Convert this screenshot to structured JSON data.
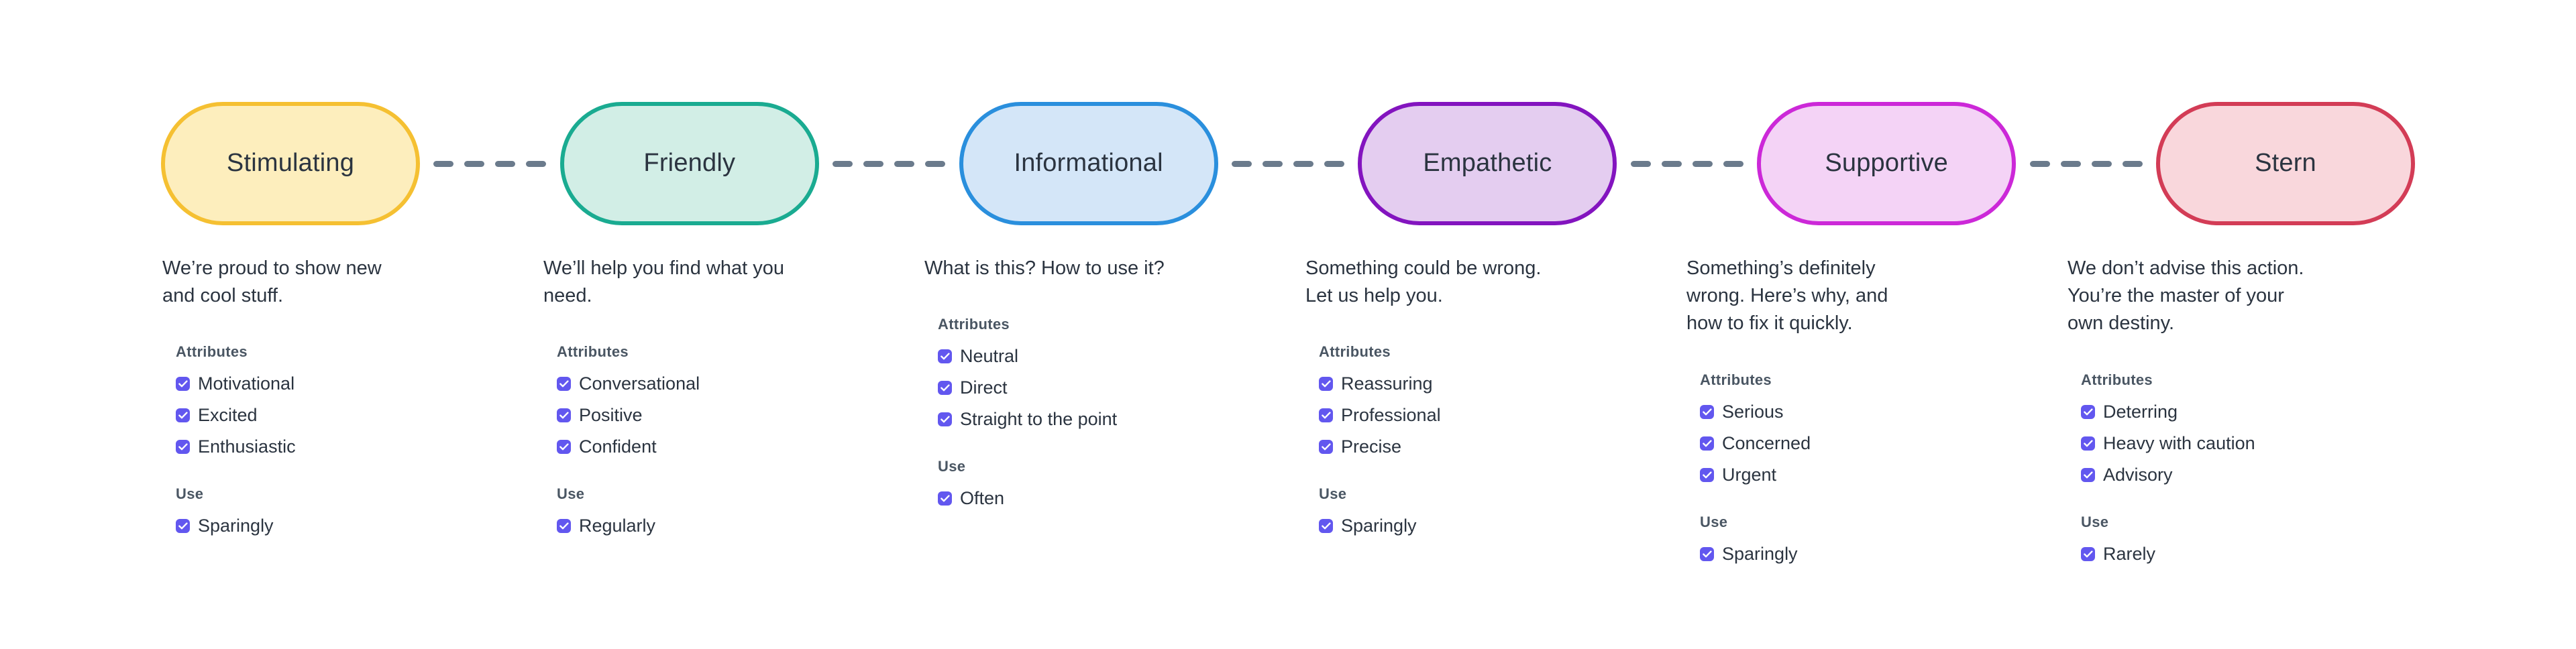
{
  "theme": {
    "text_color": "#2b3440",
    "heading_color": "#4a5663",
    "checkbox_color": "#6257ef",
    "connector_color": "#6b7b8c",
    "background": "#ffffff"
  },
  "labels": {
    "attributes_heading": "Attributes",
    "use_heading": "Use",
    "check_icon": "check-icon"
  },
  "tones": [
    {
      "name": "Stimulating",
      "fill": "#fdeebd",
      "border": "#f5c032",
      "description": "We’re proud to show new and cool stuff.",
      "attributes": [
        "Motivational",
        "Excited",
        "Enthusiastic"
      ],
      "use": [
        "Sparingly"
      ]
    },
    {
      "name": "Friendly",
      "fill": "#d2eee6",
      "border": "#1aab91",
      "description": "We’ll help you find what you need.",
      "attributes": [
        "Conversational",
        "Positive",
        "Confident"
      ],
      "use": [
        "Regularly"
      ]
    },
    {
      "name": "Informational",
      "fill": "#d4e6f8",
      "border": "#2a8fdd",
      "description": "What is this? How to use it?",
      "attributes": [
        "Neutral",
        "Direct",
        "Straight to the point"
      ],
      "use": [
        "Often"
      ]
    },
    {
      "name": "Empathetic",
      "fill": "#e4cdf0",
      "border": "#8314bf",
      "description": "Something could be wrong. Let us help you.",
      "attributes": [
        "Reassuring",
        "Professional",
        "Precise"
      ],
      "use": [
        "Sparingly"
      ]
    },
    {
      "name": "Supportive",
      "fill": "#f4d3f6",
      "border": "#cc28d8",
      "description": "Something’s definitely wrong. Here’s why, and how to fix it quickly.",
      "attributes": [
        "Serious",
        "Concerned",
        "Urgent"
      ],
      "use": [
        "Sparingly"
      ]
    },
    {
      "name": "Stern",
      "fill": "#f9d7dc",
      "border": "#d33c56",
      "description": "We don’t advise this action. You’re the master of your own destiny.",
      "attributes": [
        "Deterring",
        "Heavy with caution",
        "Advisory"
      ],
      "use": [
        "Rarely"
      ]
    }
  ],
  "connectors": {
    "count": 5,
    "dashes_per_connector": 4
  }
}
